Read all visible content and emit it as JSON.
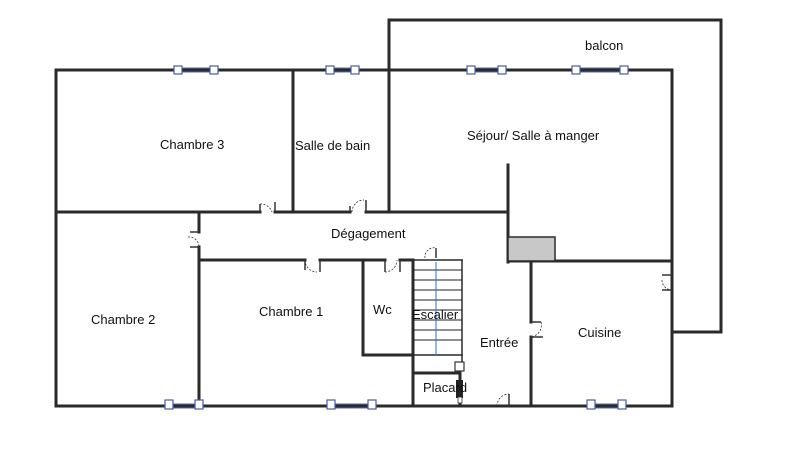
{
  "plan": {
    "rooms": [
      {
        "id": "balcon",
        "label": "balcon"
      },
      {
        "id": "chambre-3",
        "label": "Chambre 3"
      },
      {
        "id": "salle-de-bain",
        "label": "Salle de bain"
      },
      {
        "id": "sejour",
        "label": "Séjour/ Salle à manger"
      },
      {
        "id": "degagement",
        "label": "Dégagement"
      },
      {
        "id": "chambre-2",
        "label": "Chambre 2"
      },
      {
        "id": "chambre-1",
        "label": "Chambre 1"
      },
      {
        "id": "wc",
        "label": "Wc"
      },
      {
        "id": "escalier",
        "label": "Escalier"
      },
      {
        "id": "entree",
        "label": "Entrée"
      },
      {
        "id": "cuisine",
        "label": "Cuisine"
      },
      {
        "id": "placard",
        "label": "Placard"
      }
    ],
    "colors": {
      "wall": "#2a2a2a",
      "window": "#4a5aa8",
      "stair_arrow": "#2b6fd6",
      "pillar": "#c8c8c8"
    }
  }
}
